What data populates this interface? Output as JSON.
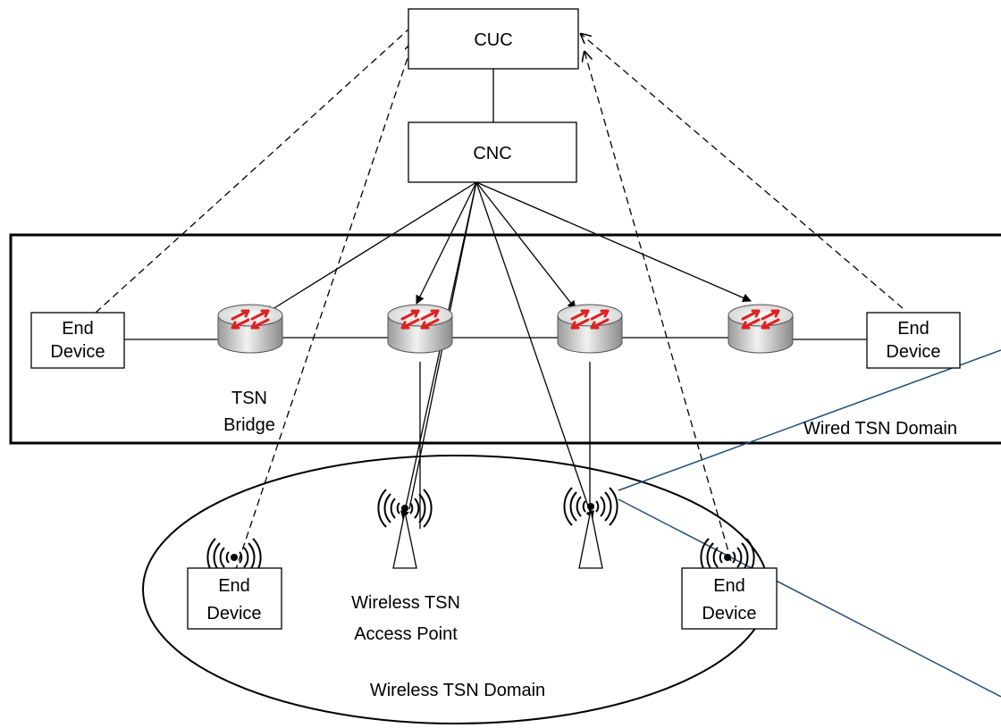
{
  "nodes": {
    "cuc": "CUC",
    "cnc": "CNC",
    "end_device_left": [
      "End",
      "Device"
    ],
    "end_device_right": [
      "End",
      "Device"
    ],
    "end_device_wl_left": [
      "End",
      "Device"
    ],
    "end_device_wl_right": [
      "End",
      "Device"
    ]
  },
  "labels": {
    "tsn_bridge": [
      "TSN",
      "Bridge"
    ],
    "wireless_ap": [
      "Wireless TSN",
      "Access Point"
    ],
    "wired_domain": "Wired TSN Domain",
    "wireless_domain": "Wireless TSN Domain"
  },
  "colors": {
    "line": "#000000",
    "bridge_arrow": "#e02020",
    "callout_line": "#1f4e79"
  }
}
